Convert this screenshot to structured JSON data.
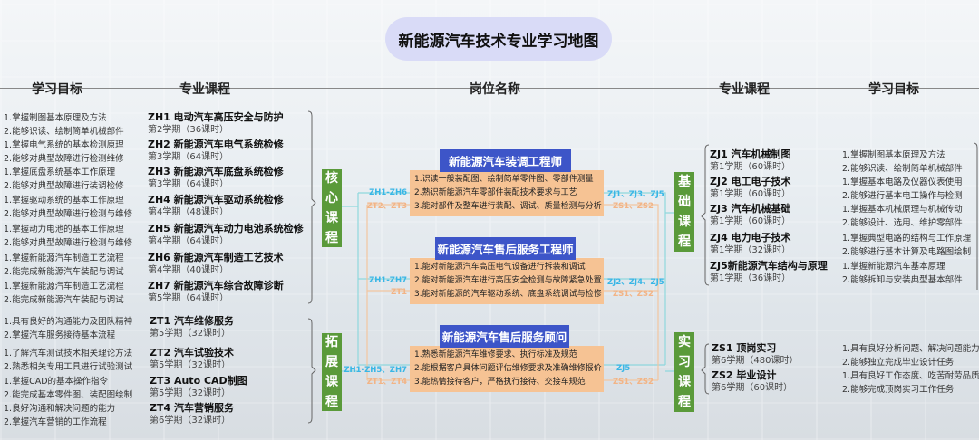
{
  "title": "新能源汽车技术专业学习地图",
  "headers": {
    "left_goals": "学习目标",
    "left_courses": "专业课程",
    "jobs": "岗位名称",
    "right_courses": "专业课程",
    "right_goals": "学习目标"
  },
  "core": {
    "badge": "核心课程",
    "courses": [
      {
        "title": "ZH1 电动汽车高压安全与防护",
        "sub": "第2学期（36课时）",
        "goals": [
          "1.掌握制图基本原理及方法",
          "2.能够识读、绘制简单机械部件"
        ]
      },
      {
        "title": "ZH2 新能源汽车电气系统检修",
        "sub": "第3学期（64课时）",
        "goals": [
          "1.掌握电气系统的基本检测原理",
          "2.能够对典型故障进行检测维修"
        ]
      },
      {
        "title": "ZH3 新能源汽车底盘系统检修",
        "sub": "第3学期（64课时）",
        "goals": [
          "1.掌握底盘系统基本工作原理",
          "2.能够对典型故障进行装调检修"
        ]
      },
      {
        "title": "ZH4 新能源汽车驱动系统检修",
        "sub": "第4学期（48课时）",
        "goals": [
          "1.掌握驱动系统的基本工作原理",
          "2.能够对典型故障进行检测与维修"
        ]
      },
      {
        "title": "ZH5 新能源汽车动力电池系统检修",
        "sub": "第4学期（64课时）",
        "goals": [
          "1.掌握动力电池的基本工作原理",
          "2.能够对典型故障进行检测与维修"
        ]
      },
      {
        "title": "ZH6 新能源汽车制造工艺技术",
        "sub": "第4学期（40课时）",
        "goals": [
          "1.掌握新能源汽车制造工艺流程",
          "2.能完成新能源汽车装配与调试"
        ]
      },
      {
        "title": "ZH7 新能源汽车综合故障诊断",
        "sub": "第5学期（64课时）",
        "goals": [
          "1.掌握新能源汽车制造工艺流程",
          "2.能完成新能源汽车装配与调试"
        ]
      }
    ]
  },
  "ext": {
    "badge": "拓展课程",
    "courses": [
      {
        "title": "ZT1 汽车维修服务",
        "sub": "第5学期（32课时）",
        "goals": [
          "1.具有良好的沟通能力及团队精神",
          "2.掌握汽车服务接待基本流程"
        ]
      },
      {
        "title": "ZT2 汽车试验技术",
        "sub": "第5学期（32课时）",
        "goals": [
          "1.了解汽车测试技术相关理论方法",
          "2.熟悉相关专用工具进行试验测试"
        ]
      },
      {
        "title": "ZT3 Auto CAD制图",
        "sub": "第5学期（32课时）",
        "goals": [
          "1.掌握CAD的基本操作指令",
          "2.能完成基本零件图、装配图绘制"
        ]
      },
      {
        "title": "ZT4 汽车营销服务",
        "sub": "第6学期（32课时）",
        "goals": [
          "1.良好沟通和解决问题的能力",
          "2.掌握汽车营销的工作流程"
        ]
      }
    ]
  },
  "jobs": [
    {
      "title": "新能源汽车装调工程师",
      "items": [
        "1.识读一般装配图、绘制简单零件图、零部件测量",
        "2.熟识新能源汽车零部件装配技术要求与工艺",
        "3.能对部件及整车进行装配、调试、质量检测与分析"
      ],
      "left_tags": [
        "ZH1-ZH6",
        "ZT2、ZT3"
      ],
      "right_tags": [
        "ZJ1、ZJ3、ZJ5",
        "ZS1、ZS2"
      ]
    },
    {
      "title": "新能源汽车售后服务工程师",
      "items": [
        "1.能对新能源汽车高压电气设备进行拆装和调试",
        "2.能对新能源汽车进行高压安全检测与故障紧急处置",
        "3.能对新能源的汽车驱动系统、底盘系统调试与检修"
      ],
      "left_tags": [
        "ZH1-ZH7",
        "ZT1"
      ],
      "right_tags": [
        "ZJ2、ZJ4、ZJ5",
        "ZS1、ZS2"
      ]
    },
    {
      "title": "新能源汽车售后服务顾问",
      "items": [
        "1.熟悉新能源汽车维修要求、执行标准及规范",
        "2.能根据客户具体问题评估维修要求及准确维修报价",
        "3.能热情接待客户，严格执行接待、交接车规范"
      ],
      "left_tags": [
        "ZH1-ZH5、ZH7",
        "ZT1、ZT4"
      ],
      "right_tags": [
        "ZJ5",
        "ZS1、ZS2"
      ]
    }
  ],
  "basic": {
    "badge": "基础课程",
    "courses": [
      {
        "title": "ZJ1 汽车机械制图",
        "sub": "第1学期（60课时）",
        "goals": [
          "1.掌握制图基本原理及方法",
          "2.能够识读、绘制简单机械部件"
        ]
      },
      {
        "title": "ZJ2 电工电子技术",
        "sub": "第1学期（60课时）",
        "goals": [
          "1.掌握基本电路及仪器仪表使用",
          "2.能够进行基本电工操作与检测"
        ]
      },
      {
        "title": "ZJ3 汽车机械基础",
        "sub": "第1学期（60课时）",
        "goals": [
          "1.掌握基本机械原理与机械传动",
          "2.能够设计、选用、维护零部件"
        ]
      },
      {
        "title": "ZJ4 电力电子技术",
        "sub": "第1学期（32课时）",
        "goals": [
          "1.掌握典型电路的结构与工作原理",
          "2.能够进行基本计算及电路图绘制"
        ]
      },
      {
        "title": "ZJ5新能源汽车结构与原理",
        "sub": "第1学期（36课时）",
        "goals": [
          "1.掌握新能源汽车基本原理",
          "2.能够拆卸与安装典型基本部件"
        ]
      }
    ]
  },
  "intern": {
    "badge": "实习课程",
    "courses": [
      {
        "title": "ZS1 顶岗实习",
        "sub": "第6学期（480课时）",
        "goals": [
          "1.具有良好分析问题、解决问题能力",
          "2.能够独立完成毕业设计任务"
        ]
      },
      {
        "title": "ZS2 毕业设计",
        "sub": "第6学期（60课时）",
        "goals": [
          "1.具有良好工作态度、吃苦耐劳品质",
          "2.能够完成顶岗实习工作任务"
        ]
      }
    ]
  },
  "colors": {
    "badge": "#5a9a3a",
    "job_title": "#3d55c8",
    "job_body": "#f6c394",
    "link_cyan": "#39b6e6",
    "link_orange": "#f2b486"
  }
}
